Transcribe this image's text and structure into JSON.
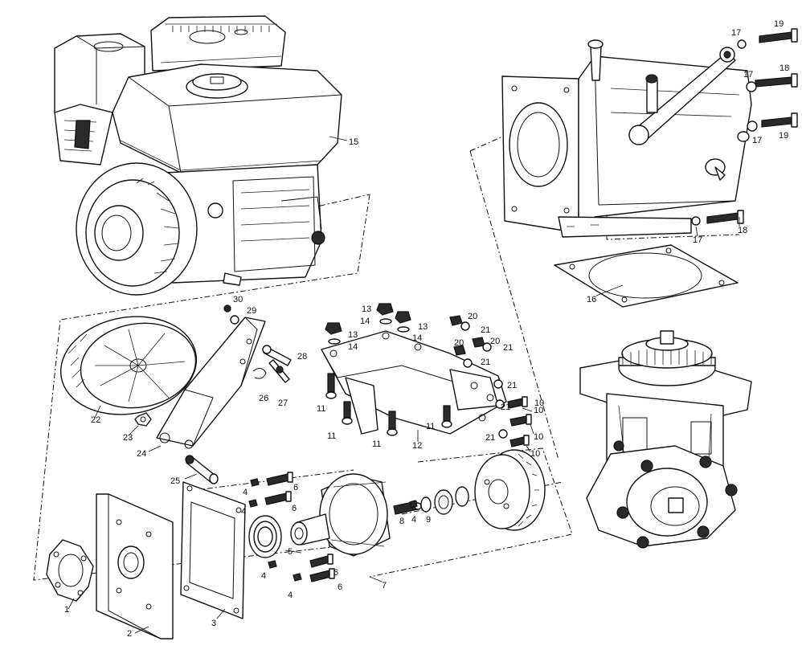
{
  "callouts": {
    "c1": "1",
    "c2": "2",
    "c3": "3",
    "c4a": "4",
    "c4b": "4",
    "c4c": "4",
    "c4d": "4",
    "c4e": "4",
    "c5": "5",
    "c6a": "6",
    "c6b": "6",
    "c6c": "6",
    "c6d": "6",
    "c7": "7",
    "c8": "8",
    "c9": "9",
    "c10a": "10",
    "c10b": "10",
    "c10c": "10",
    "c10d": "10",
    "c11a": "11",
    "c11b": "11",
    "c11c": "11",
    "c11d": "11",
    "c12": "12",
    "c13a": "13",
    "c13b": "13",
    "c13c": "13",
    "c14a": "14",
    "c14b": "14",
    "c14c": "14",
    "c15": "15",
    "c16": "16",
    "c17a": "17",
    "c17b": "17",
    "c17c": "17",
    "c17d": "17",
    "c18a": "18",
    "c18b": "18",
    "c19a": "19",
    "c19b": "19",
    "c20a": "20",
    "c20b": "20",
    "c20c": "20",
    "c21a": "21",
    "c21b": "21",
    "c21c": "21",
    "c21d": "21",
    "c21e": "21",
    "c21f": "21",
    "c22": "22",
    "c23": "23",
    "c24": "24",
    "c25": "25",
    "c26": "26",
    "c27": "27",
    "c28": "28",
    "c29": "29",
    "c30": "30"
  }
}
